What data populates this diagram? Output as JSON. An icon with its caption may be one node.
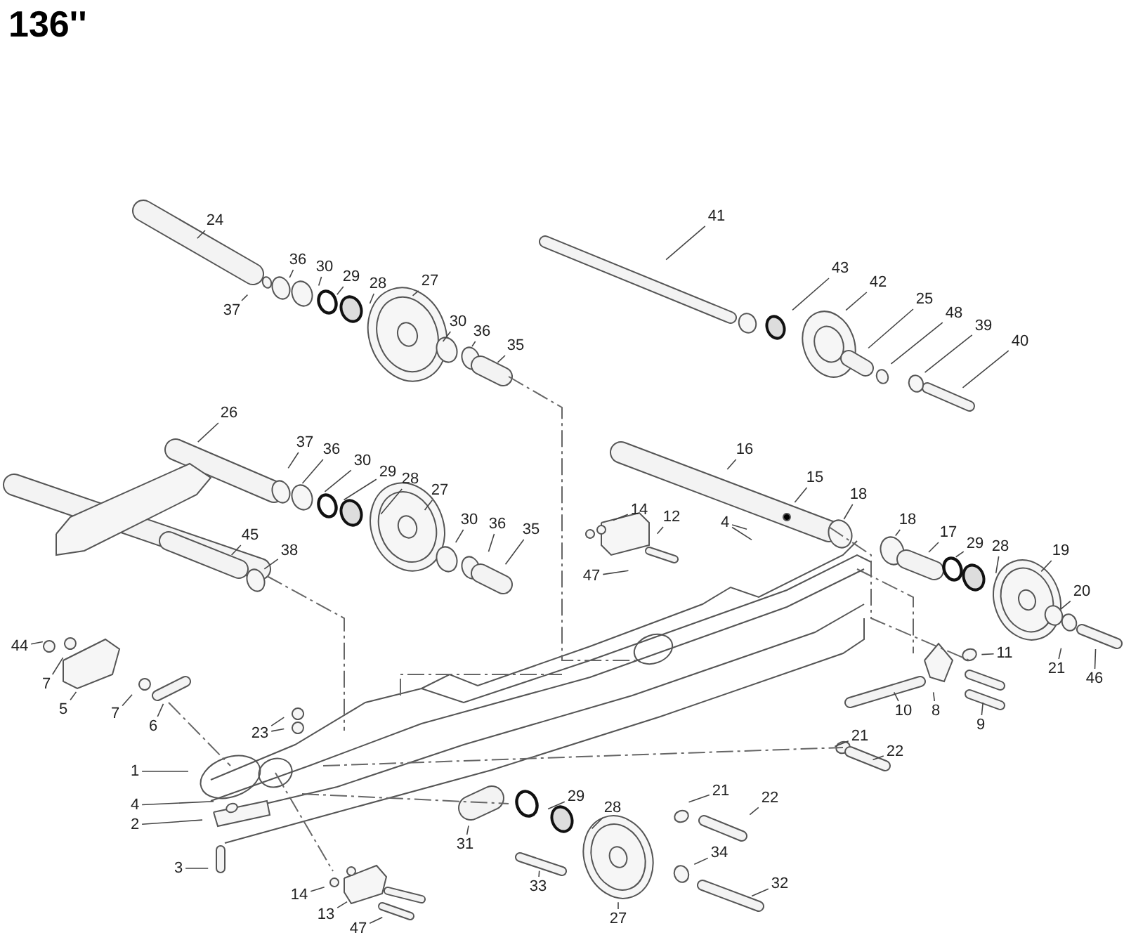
{
  "diagram": {
    "title": "136''",
    "nodes": [
      {
        "text": [
          "24"
        ]
      },
      {
        "text": [
          "41"
        ]
      },
      {
        "text": [
          "36"
        ]
      },
      {
        "text": [
          "30"
        ]
      },
      {
        "text": [
          "29"
        ]
      },
      {
        "text": [
          "28"
        ]
      },
      {
        "text": [
          "27"
        ]
      },
      {
        "text": [
          "43"
        ]
      },
      {
        "text": [
          "37"
        ]
      },
      {
        "text": [
          "42"
        ]
      },
      {
        "text": [
          "30"
        ]
      },
      {
        "text": [
          "36"
        ]
      },
      {
        "text": [
          "35"
        ]
      },
      {
        "text": [
          "25"
        ]
      },
      {
        "text": [
          "48"
        ]
      },
      {
        "text": [
          "39"
        ]
      },
      {
        "text": [
          "40"
        ]
      },
      {
        "text": [
          "26"
        ]
      },
      {
        "text": [
          "16"
        ]
      },
      {
        "text": [
          "37"
        ]
      },
      {
        "text": [
          "36"
        ]
      },
      {
        "text": [
          "30"
        ]
      },
      {
        "text": [
          "29"
        ]
      },
      {
        "text": [
          "28"
        ]
      },
      {
        "text": [
          "27"
        ]
      },
      {
        "text": [
          "15"
        ]
      },
      {
        "text": [
          "18"
        ]
      },
      {
        "text": [
          "14"
        ]
      },
      {
        "text": [
          "12"
        ]
      },
      {
        "text": [
          "4"
        ]
      },
      {
        "text": [
          "30"
        ]
      },
      {
        "text": [
          "36"
        ]
      },
      {
        "text": [
          "35"
        ]
      },
      {
        "text": [
          "45"
        ]
      },
      {
        "text": [
          "18"
        ]
      },
      {
        "text": [
          "17"
        ]
      },
      {
        "text": [
          "29"
        ]
      },
      {
        "text": [
          "28"
        ]
      },
      {
        "text": [
          "19"
        ]
      },
      {
        "text": [
          "38"
        ]
      },
      {
        "text": [
          "47"
        ]
      },
      {
        "text": [
          "20"
        ]
      },
      {
        "text": [
          "44"
        ]
      },
      {
        "text": [
          "11"
        ]
      },
      {
        "text": [
          "7"
        ]
      },
      {
        "text": [
          "21"
        ]
      },
      {
        "text": [
          "46"
        ]
      },
      {
        "text": [
          "5"
        ]
      },
      {
        "text": [
          "7"
        ]
      },
      {
        "text": [
          "6"
        ]
      },
      {
        "text": [
          "10"
        ]
      },
      {
        "text": [
          "8"
        ]
      },
      {
        "text": [
          "9"
        ]
      },
      {
        "text": [
          "23"
        ]
      },
      {
        "text": [
          "1"
        ]
      },
      {
        "text": [
          "21"
        ]
      },
      {
        "text": [
          "22"
        ]
      },
      {
        "text": [
          "21"
        ]
      },
      {
        "text": [
          "22"
        ]
      },
      {
        "text": [
          "29"
        ]
      },
      {
        "text": [
          "28"
        ]
      },
      {
        "text": [
          "4"
        ]
      },
      {
        "text": [
          "2"
        ]
      },
      {
        "text": [
          "31"
        ]
      },
      {
        "text": [
          "34"
        ]
      },
      {
        "text": [
          "3"
        ]
      },
      {
        "text": [
          "33"
        ]
      },
      {
        "text": [
          "32"
        ]
      },
      {
        "text": [
          "14"
        ]
      },
      {
        "text": [
          "13"
        ]
      },
      {
        "text": [
          "27"
        ]
      },
      {
        "text": [
          "47"
        ]
      }
    ],
    "edges": [
      {
        "from": 0,
        "to": null,
        "arrow": "none"
      },
      {
        "from": 1,
        "to": null,
        "arrow": "none"
      },
      {
        "from": 2,
        "to": null,
        "arrow": "none"
      },
      {
        "from": 3,
        "to": null,
        "arrow": "none"
      },
      {
        "from": 4,
        "to": null,
        "arrow": "none"
      },
      {
        "from": 5,
        "to": null,
        "arrow": "none"
      },
      {
        "from": 6,
        "to": null,
        "arrow": "none"
      },
      {
        "from": 7,
        "to": null,
        "arrow": "none"
      },
      {
        "from": 8,
        "to": null,
        "arrow": "none"
      },
      {
        "from": 9,
        "to": null,
        "arrow": "none"
      },
      {
        "from": 10,
        "to": null,
        "arrow": "none"
      },
      {
        "from": 11,
        "to": null,
        "arrow": "none"
      },
      {
        "from": 12,
        "to": null,
        "arrow": "none"
      },
      {
        "from": 13,
        "to": null,
        "arrow": "none"
      },
      {
        "from": 14,
        "to": null,
        "arrow": "none"
      },
      {
        "from": 15,
        "to": null,
        "arrow": "none"
      },
      {
        "from": 16,
        "to": null,
        "arrow": "none"
      },
      {
        "from": 17,
        "to": null,
        "arrow": "none"
      },
      {
        "from": 18,
        "to": null,
        "arrow": "none"
      },
      {
        "from": 19,
        "to": null,
        "arrow": "none"
      },
      {
        "from": 20,
        "to": null,
        "arrow": "none"
      },
      {
        "from": 21,
        "to": null,
        "arrow": "none"
      },
      {
        "from": 22,
        "to": null,
        "arrow": "none"
      },
      {
        "from": 23,
        "to": null,
        "arrow": "none"
      },
      {
        "from": 24,
        "to": null,
        "arrow": "none"
      },
      {
        "from": 25,
        "to": null,
        "arrow": "none"
      },
      {
        "from": 26,
        "to": null,
        "arrow": "none"
      },
      {
        "from": 27,
        "to": null,
        "arrow": "none"
      },
      {
        "from": 28,
        "to": null,
        "arrow": "none"
      },
      {
        "from": 29,
        "to": null,
        "arrow": "none"
      },
      {
        "from": 29,
        "to": null,
        "arrow": "none"
      },
      {
        "from": 30,
        "to": null,
        "arrow": "none"
      },
      {
        "from": 31,
        "to": null,
        "arrow": "none"
      },
      {
        "from": 32,
        "to": null,
        "arrow": "none"
      },
      {
        "from": 33,
        "to": null,
        "arrow": "none"
      },
      {
        "from": 34,
        "to": null,
        "arrow": "none"
      },
      {
        "from": 35,
        "to": null,
        "arrow": "none"
      },
      {
        "from": 36,
        "to": null,
        "arrow": "none"
      },
      {
        "from": 37,
        "to": null,
        "arrow": "none"
      },
      {
        "from": 38,
        "to": null,
        "arrow": "none"
      },
      {
        "from": 39,
        "to": null,
        "arrow": "none"
      },
      {
        "from": 40,
        "to": null,
        "arrow": "none"
      },
      {
        "from": 41,
        "to": null,
        "arrow": "none"
      },
      {
        "from": 42,
        "to": null,
        "arrow": "none"
      },
      {
        "from": 43,
        "to": null,
        "arrow": "none"
      },
      {
        "from": 44,
        "to": null,
        "arrow": "none"
      },
      {
        "from": 45,
        "to": null,
        "arrow": "none"
      },
      {
        "from": 46,
        "to": null,
        "arrow": "none"
      },
      {
        "from": 47,
        "to": null,
        "arrow": "none"
      },
      {
        "from": 48,
        "to": null,
        "arrow": "none"
      },
      {
        "from": 49,
        "to": null,
        "arrow": "none"
      },
      {
        "from": 50,
        "to": null,
        "arrow": "none"
      },
      {
        "from": 51,
        "to": null,
        "arrow": "none"
      },
      {
        "from": 52,
        "to": null,
        "arrow": "none"
      },
      {
        "from": 53,
        "to": null,
        "arrow": "none"
      },
      {
        "from": 53,
        "to": null,
        "arrow": "none"
      },
      {
        "from": 54,
        "to": null,
        "arrow": "none"
      },
      {
        "from": 55,
        "to": null,
        "arrow": "none"
      },
      {
        "from": 56,
        "to": null,
        "arrow": "none"
      },
      {
        "from": 57,
        "to": null,
        "arrow": "none"
      },
      {
        "from": 58,
        "to": null,
        "arrow": "none"
      },
      {
        "from": 59,
        "to": null,
        "arrow": "none"
      },
      {
        "from": 60,
        "to": null,
        "arrow": "none"
      },
      {
        "from": 61,
        "to": null,
        "arrow": "none"
      },
      {
        "from": 62,
        "to": null,
        "arrow": "none"
      },
      {
        "from": 63,
        "to": null,
        "arrow": "none"
      },
      {
        "from": 64,
        "to": null,
        "arrow": "none"
      },
      {
        "from": 65,
        "to": null,
        "arrow": "none"
      },
      {
        "from": 66,
        "to": null,
        "arrow": "none"
      },
      {
        "from": 67,
        "to": null,
        "arrow": "none"
      },
      {
        "from": 68,
        "to": null,
        "arrow": "none"
      },
      {
        "from": 69,
        "to": null,
        "arrow": "none"
      },
      {
        "from": 70,
        "to": null,
        "arrow": "none"
      },
      {
        "from": 71,
        "to": null,
        "arrow": "none"
      }
    ]
  }
}
